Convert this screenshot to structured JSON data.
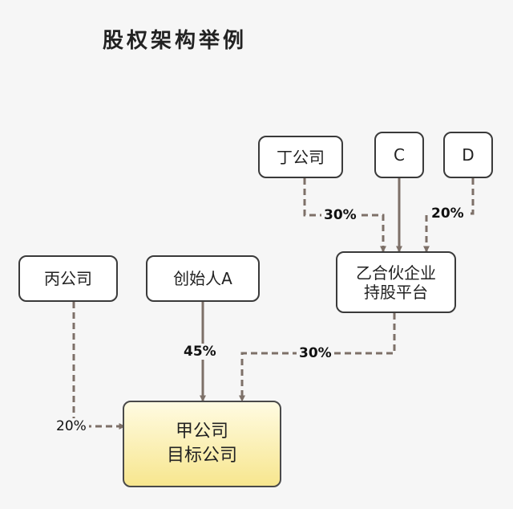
{
  "title": "股权架构举例",
  "nodes": {
    "ding": "丁公司",
    "c": "C",
    "d": "D",
    "bing": "丙公司",
    "founder": "创始人A",
    "platform": [
      "乙合伙企业",
      "持股平台"
    ],
    "target": [
      "甲公司",
      "目标公司"
    ]
  },
  "edges": {
    "ding_to_platform": "30%",
    "d_to_platform": "20%",
    "platform_to_target": "30%",
    "founder_to_target": "45%",
    "bing_to_target": "20%"
  },
  "colors": {
    "line": "#7d7068",
    "target_fill": "#f7e68e"
  }
}
